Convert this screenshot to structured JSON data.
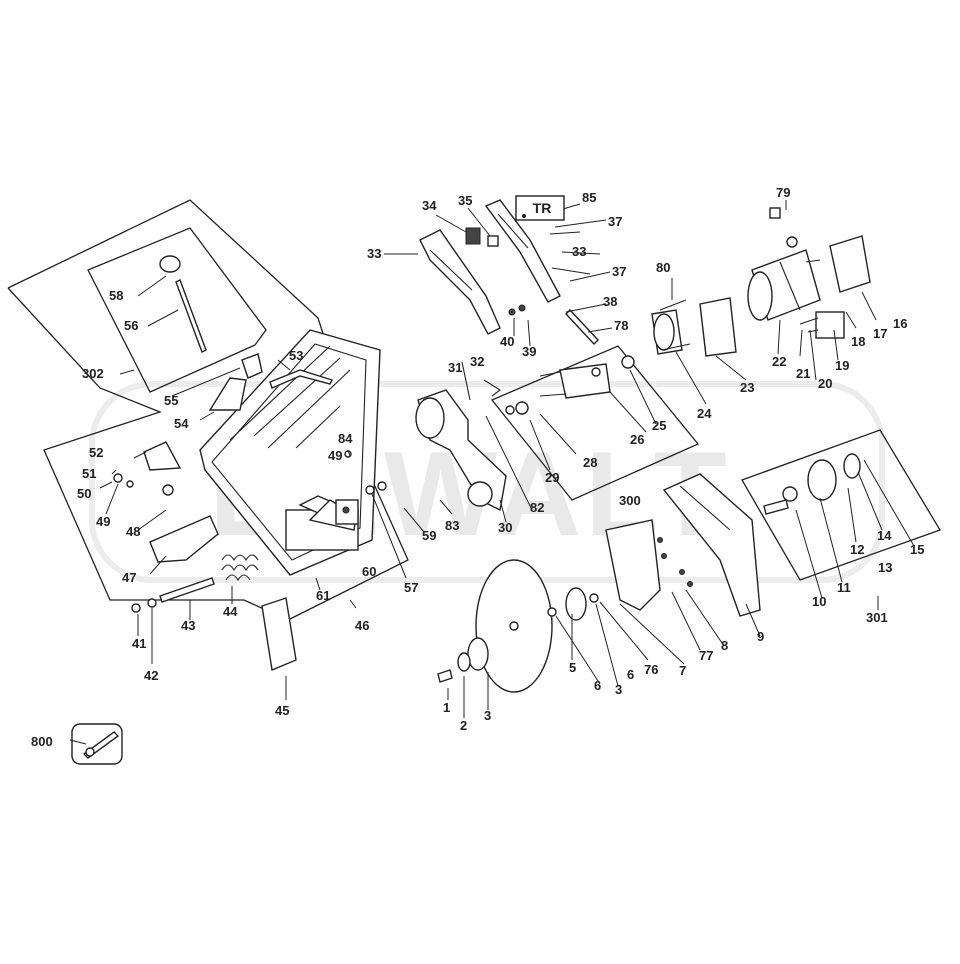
{
  "watermark": "DEWALT",
  "callouts": {
    "tr_box": "TR",
    "c1": "1",
    "c2": "2",
    "c3": "3",
    "c3b": "3",
    "c5": "5",
    "c6": "6",
    "c6b": "6",
    "c7": "7",
    "c8": "8",
    "c9": "9",
    "c10": "10",
    "c11": "11",
    "c12": "12",
    "c13": "13",
    "c14": "14",
    "c15": "15",
    "c16": "16",
    "c17": "17",
    "c18": "18",
    "c19": "19",
    "c20": "20",
    "c21": "21",
    "c22": "22",
    "c23": "23",
    "c24": "24",
    "c25": "25",
    "c26": "26",
    "c28": "28",
    "c29": "29",
    "c30": "30",
    "c31": "31",
    "c32": "32",
    "c33": "33",
    "c33b": "33",
    "c34": "34",
    "c35": "35",
    "c37": "37",
    "c37b": "37",
    "c38": "38",
    "c39": "39",
    "c40": "40",
    "c41": "41",
    "c42": "42",
    "c43": "43",
    "c44": "44",
    "c45": "45",
    "c46": "46",
    "c47": "47",
    "c48": "48",
    "c49": "49",
    "c49b": "49",
    "c50": "50",
    "c51": "51",
    "c52": "52",
    "c53": "53",
    "c54": "54",
    "c55": "55",
    "c56": "56",
    "c57": "57",
    "c58": "58",
    "c59": "59",
    "c60": "60",
    "c61": "61",
    "c76": "76",
    "c77": "77",
    "c78": "78",
    "c79": "79",
    "c80": "80",
    "c82": "82",
    "c83": "83",
    "c84": "84",
    "c85": "85",
    "c300": "300",
    "c301": "301",
    "c302": "302",
    "c800": "800"
  }
}
